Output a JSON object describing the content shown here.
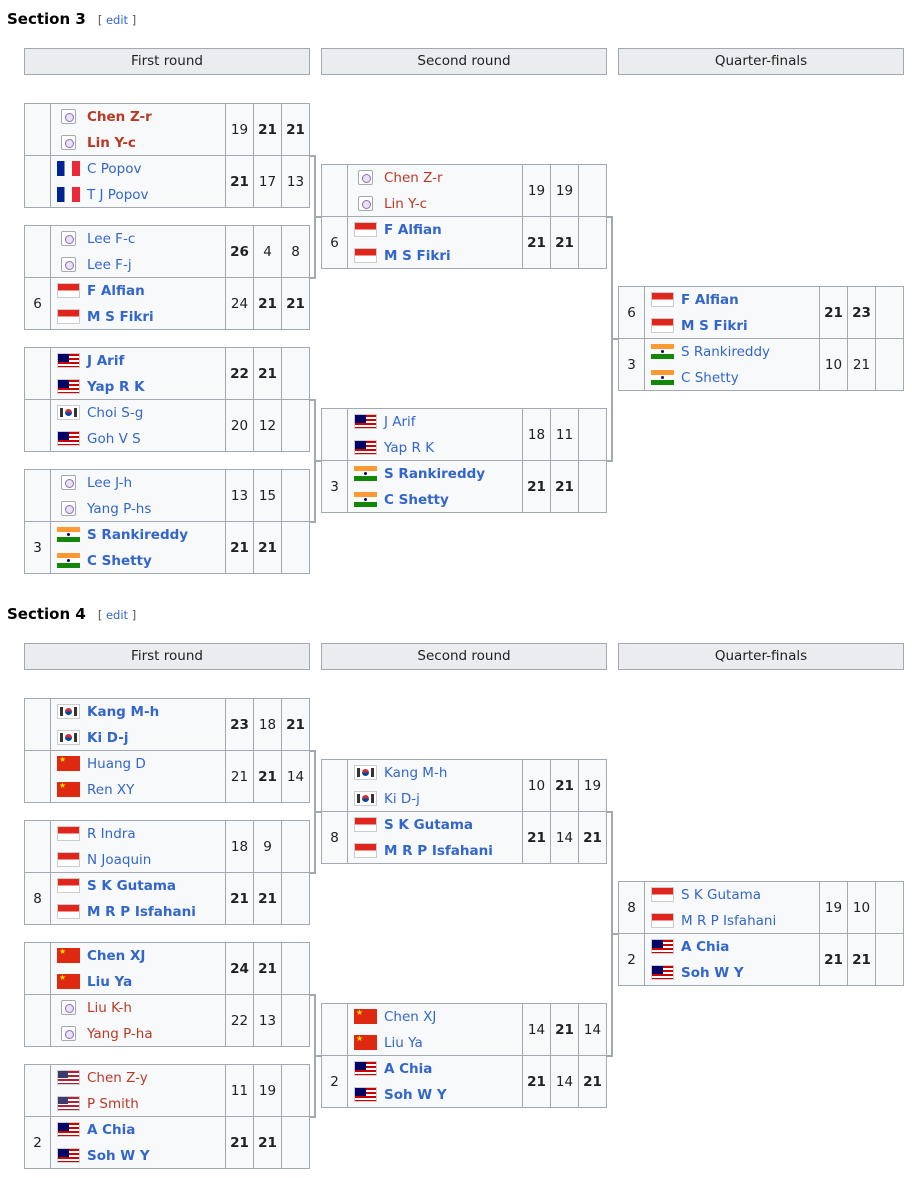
{
  "sections": [
    {
      "title": "Section 3",
      "edit": "edit",
      "rounds": [
        "First round",
        "Second round",
        "Quarter-finals"
      ],
      "first_round": [
        [
          {
            "seed": "",
            "bold": true,
            "color": "red",
            "players": [
              {
                "flag": "tpe",
                "name": "Chen Z-r"
              },
              {
                "flag": "tpe",
                "name": "Lin Y-c"
              }
            ],
            "scores": [
              {
                "v": "19",
                "b": false
              },
              {
                "v": "21",
                "b": true
              },
              {
                "v": "21",
                "b": true
              }
            ]
          },
          {
            "seed": "",
            "bold": false,
            "color": "blue",
            "players": [
              {
                "flag": "fra",
                "name": "C Popov"
              },
              {
                "flag": "fra",
                "name": "T J Popov"
              }
            ],
            "scores": [
              {
                "v": "21",
                "b": true
              },
              {
                "v": "17",
                "b": false
              },
              {
                "v": "13",
                "b": false
              }
            ]
          }
        ],
        [
          {
            "seed": "",
            "bold": false,
            "color": "blue",
            "players": [
              {
                "flag": "tpe",
                "name": "Lee F-c"
              },
              {
                "flag": "tpe",
                "name": "Lee F-j"
              }
            ],
            "scores": [
              {
                "v": "26",
                "b": true
              },
              {
                "v": "4",
                "b": false
              },
              {
                "v": "8",
                "b": false
              }
            ]
          },
          {
            "seed": "6",
            "bold": true,
            "color": "blue",
            "players": [
              {
                "flag": "ina",
                "name": "F Alfian"
              },
              {
                "flag": "ina",
                "name": "M S Fikri"
              }
            ],
            "scores": [
              {
                "v": "24",
                "b": false
              },
              {
                "v": "21",
                "b": true
              },
              {
                "v": "21",
                "b": true
              }
            ]
          }
        ],
        [
          {
            "seed": "",
            "bold": true,
            "color": "blue",
            "players": [
              {
                "flag": "mas",
                "name": "J Arif"
              },
              {
                "flag": "mas",
                "name": "Yap R K"
              }
            ],
            "scores": [
              {
                "v": "22",
                "b": true
              },
              {
                "v": "21",
                "b": true
              },
              {
                "v": "",
                "b": false
              }
            ]
          },
          {
            "seed": "",
            "bold": false,
            "color": "blue",
            "players": [
              {
                "flag": "kor",
                "name": "Choi S-g"
              },
              {
                "flag": "mas",
                "name": "Goh V S"
              }
            ],
            "scores": [
              {
                "v": "20",
                "b": false
              },
              {
                "v": "12",
                "b": false
              },
              {
                "v": "",
                "b": false
              }
            ]
          }
        ],
        [
          {
            "seed": "",
            "bold": false,
            "color": "blue",
            "players": [
              {
                "flag": "tpe",
                "name": "Lee J-h"
              },
              {
                "flag": "tpe",
                "name": "Yang P-hs"
              }
            ],
            "scores": [
              {
                "v": "13",
                "b": false
              },
              {
                "v": "15",
                "b": false
              },
              {
                "v": "",
                "b": false
              }
            ]
          },
          {
            "seed": "3",
            "bold": true,
            "color": "blue",
            "players": [
              {
                "flag": "ind",
                "name": "S Rankireddy"
              },
              {
                "flag": "ind",
                "name": "C Shetty"
              }
            ],
            "scores": [
              {
                "v": "21",
                "b": true
              },
              {
                "v": "21",
                "b": true
              },
              {
                "v": "",
                "b": false
              }
            ]
          }
        ]
      ],
      "second_round": [
        [
          {
            "seed": "",
            "bold": false,
            "color": "red",
            "players": [
              {
                "flag": "tpe",
                "name": "Chen Z-r"
              },
              {
                "flag": "tpe",
                "name": "Lin Y-c"
              }
            ],
            "scores": [
              {
                "v": "19",
                "b": false
              },
              {
                "v": "19",
                "b": false
              },
              {
                "v": "",
                "b": false
              }
            ]
          },
          {
            "seed": "6",
            "bold": true,
            "color": "blue",
            "players": [
              {
                "flag": "ina",
                "name": "F Alfian"
              },
              {
                "flag": "ina",
                "name": "M S Fikri"
              }
            ],
            "scores": [
              {
                "v": "21",
                "b": true
              },
              {
                "v": "21",
                "b": true
              },
              {
                "v": "",
                "b": false
              }
            ]
          }
        ],
        [
          {
            "seed": "",
            "bold": false,
            "color": "blue",
            "players": [
              {
                "flag": "mas",
                "name": "J Arif"
              },
              {
                "flag": "mas",
                "name": "Yap R K"
              }
            ],
            "scores": [
              {
                "v": "18",
                "b": false
              },
              {
                "v": "11",
                "b": false
              },
              {
                "v": "",
                "b": false
              }
            ]
          },
          {
            "seed": "3",
            "bold": true,
            "color": "blue",
            "players": [
              {
                "flag": "ind",
                "name": "S Rankireddy"
              },
              {
                "flag": "ind",
                "name": "C Shetty"
              }
            ],
            "scores": [
              {
                "v": "21",
                "b": true
              },
              {
                "v": "21",
                "b": true
              },
              {
                "v": "",
                "b": false
              }
            ]
          }
        ]
      ],
      "quarter_final": [
        [
          {
            "seed": "6",
            "bold": true,
            "color": "blue",
            "players": [
              {
                "flag": "ina",
                "name": "F Alfian"
              },
              {
                "flag": "ina",
                "name": "M S Fikri"
              }
            ],
            "scores": [
              {
                "v": "21",
                "b": true
              },
              {
                "v": "23",
                "b": true
              },
              {
                "v": "",
                "b": false
              }
            ]
          },
          {
            "seed": "3",
            "bold": false,
            "color": "blue",
            "players": [
              {
                "flag": "ind",
                "name": "S Rankireddy"
              },
              {
                "flag": "ind",
                "name": "C Shetty"
              }
            ],
            "scores": [
              {
                "v": "10",
                "b": false
              },
              {
                "v": "21",
                "b": false
              },
              {
                "v": "",
                "b": false
              }
            ]
          }
        ]
      ]
    },
    {
      "title": "Section 4",
      "edit": "edit",
      "rounds": [
        "First round",
        "Second round",
        "Quarter-finals"
      ],
      "first_round": [
        [
          {
            "seed": "",
            "bold": true,
            "color": "blue",
            "players": [
              {
                "flag": "kor",
                "name": "Kang M-h"
              },
              {
                "flag": "kor",
                "name": "Ki D-j"
              }
            ],
            "scores": [
              {
                "v": "23",
                "b": true
              },
              {
                "v": "18",
                "b": false
              },
              {
                "v": "21",
                "b": true
              }
            ]
          },
          {
            "seed": "",
            "bold": false,
            "color": "blue",
            "players": [
              {
                "flag": "chn",
                "name": "Huang D"
              },
              {
                "flag": "chn",
                "name": "Ren XY"
              }
            ],
            "scores": [
              {
                "v": "21",
                "b": false
              },
              {
                "v": "21",
                "b": true
              },
              {
                "v": "14",
                "b": false
              }
            ]
          }
        ],
        [
          {
            "seed": "",
            "bold": false,
            "color": "blue",
            "players": [
              {
                "flag": "ina",
                "name": "R Indra"
              },
              {
                "flag": "ina",
                "name": "N Joaquin"
              }
            ],
            "scores": [
              {
                "v": "18",
                "b": false
              },
              {
                "v": "9",
                "b": false
              },
              {
                "v": "",
                "b": false
              }
            ]
          },
          {
            "seed": "8",
            "bold": true,
            "color": "blue",
            "players": [
              {
                "flag": "ina",
                "name": "S K Gutama"
              },
              {
                "flag": "ina",
                "name": "M R P Isfahani"
              }
            ],
            "scores": [
              {
                "v": "21",
                "b": true
              },
              {
                "v": "21",
                "b": true
              },
              {
                "v": "",
                "b": false
              }
            ]
          }
        ],
        [
          {
            "seed": "",
            "bold": true,
            "color": "blue",
            "players": [
              {
                "flag": "chn",
                "name": "Chen XJ"
              },
              {
                "flag": "chn",
                "name": "Liu Ya"
              }
            ],
            "scores": [
              {
                "v": "24",
                "b": true
              },
              {
                "v": "21",
                "b": true
              },
              {
                "v": "",
                "b": false
              }
            ]
          },
          {
            "seed": "",
            "bold": false,
            "color": "red",
            "players": [
              {
                "flag": "tpe",
                "name": "Liu K-h"
              },
              {
                "flag": "tpe",
                "name": "Yang P-ha"
              }
            ],
            "scores": [
              {
                "v": "22",
                "b": false
              },
              {
                "v": "13",
                "b": false
              },
              {
                "v": "",
                "b": false
              }
            ]
          }
        ],
        [
          {
            "seed": "",
            "bold": false,
            "color": "red",
            "players": [
              {
                "flag": "usa",
                "name": "Chen Z-y"
              },
              {
                "flag": "usa",
                "name": "P Smith"
              }
            ],
            "scores": [
              {
                "v": "11",
                "b": false
              },
              {
                "v": "19",
                "b": false
              },
              {
                "v": "",
                "b": false
              }
            ]
          },
          {
            "seed": "2",
            "bold": true,
            "color": "blue",
            "players": [
              {
                "flag": "mas",
                "name": "A Chia"
              },
              {
                "flag": "mas",
                "name": "Soh W Y"
              }
            ],
            "scores": [
              {
                "v": "21",
                "b": true
              },
              {
                "v": "21",
                "b": true
              },
              {
                "v": "",
                "b": false
              }
            ]
          }
        ]
      ],
      "second_round": [
        [
          {
            "seed": "",
            "bold": false,
            "color": "blue",
            "players": [
              {
                "flag": "kor",
                "name": "Kang M-h"
              },
              {
                "flag": "kor",
                "name": "Ki D-j"
              }
            ],
            "scores": [
              {
                "v": "10",
                "b": false
              },
              {
                "v": "21",
                "b": true
              },
              {
                "v": "19",
                "b": false
              }
            ]
          },
          {
            "seed": "8",
            "bold": true,
            "color": "blue",
            "players": [
              {
                "flag": "ina",
                "name": "S K Gutama"
              },
              {
                "flag": "ina",
                "name": "M R P Isfahani"
              }
            ],
            "scores": [
              {
                "v": "21",
                "b": true
              },
              {
                "v": "14",
                "b": false
              },
              {
                "v": "21",
                "b": true
              }
            ]
          }
        ],
        [
          {
            "seed": "",
            "bold": false,
            "color": "blue",
            "players": [
              {
                "flag": "chn",
                "name": "Chen XJ"
              },
              {
                "flag": "chn",
                "name": "Liu Ya"
              }
            ],
            "scores": [
              {
                "v": "14",
                "b": false
              },
              {
                "v": "21",
                "b": true
              },
              {
                "v": "14",
                "b": false
              }
            ]
          },
          {
            "seed": "2",
            "bold": true,
            "color": "blue",
            "players": [
              {
                "flag": "mas",
                "name": "A Chia"
              },
              {
                "flag": "mas",
                "name": "Soh W Y"
              }
            ],
            "scores": [
              {
                "v": "21",
                "b": true
              },
              {
                "v": "14",
                "b": false
              },
              {
                "v": "21",
                "b": true
              }
            ]
          }
        ]
      ],
      "quarter_final": [
        [
          {
            "seed": "8",
            "bold": false,
            "color": "blue",
            "players": [
              {
                "flag": "ina",
                "name": "S K Gutama"
              },
              {
                "flag": "ina",
                "name": "M R P Isfahani"
              }
            ],
            "scores": [
              {
                "v": "19",
                "b": false
              },
              {
                "v": "10",
                "b": false
              },
              {
                "v": "",
                "b": false
              }
            ]
          },
          {
            "seed": "2",
            "bold": true,
            "color": "blue",
            "players": [
              {
                "flag": "mas",
                "name": "A Chia"
              },
              {
                "flag": "mas",
                "name": "Soh W Y"
              }
            ],
            "scores": [
              {
                "v": "21",
                "b": true
              },
              {
                "v": "21",
                "b": true
              },
              {
                "v": "",
                "b": false
              }
            ]
          }
        ]
      ]
    }
  ]
}
